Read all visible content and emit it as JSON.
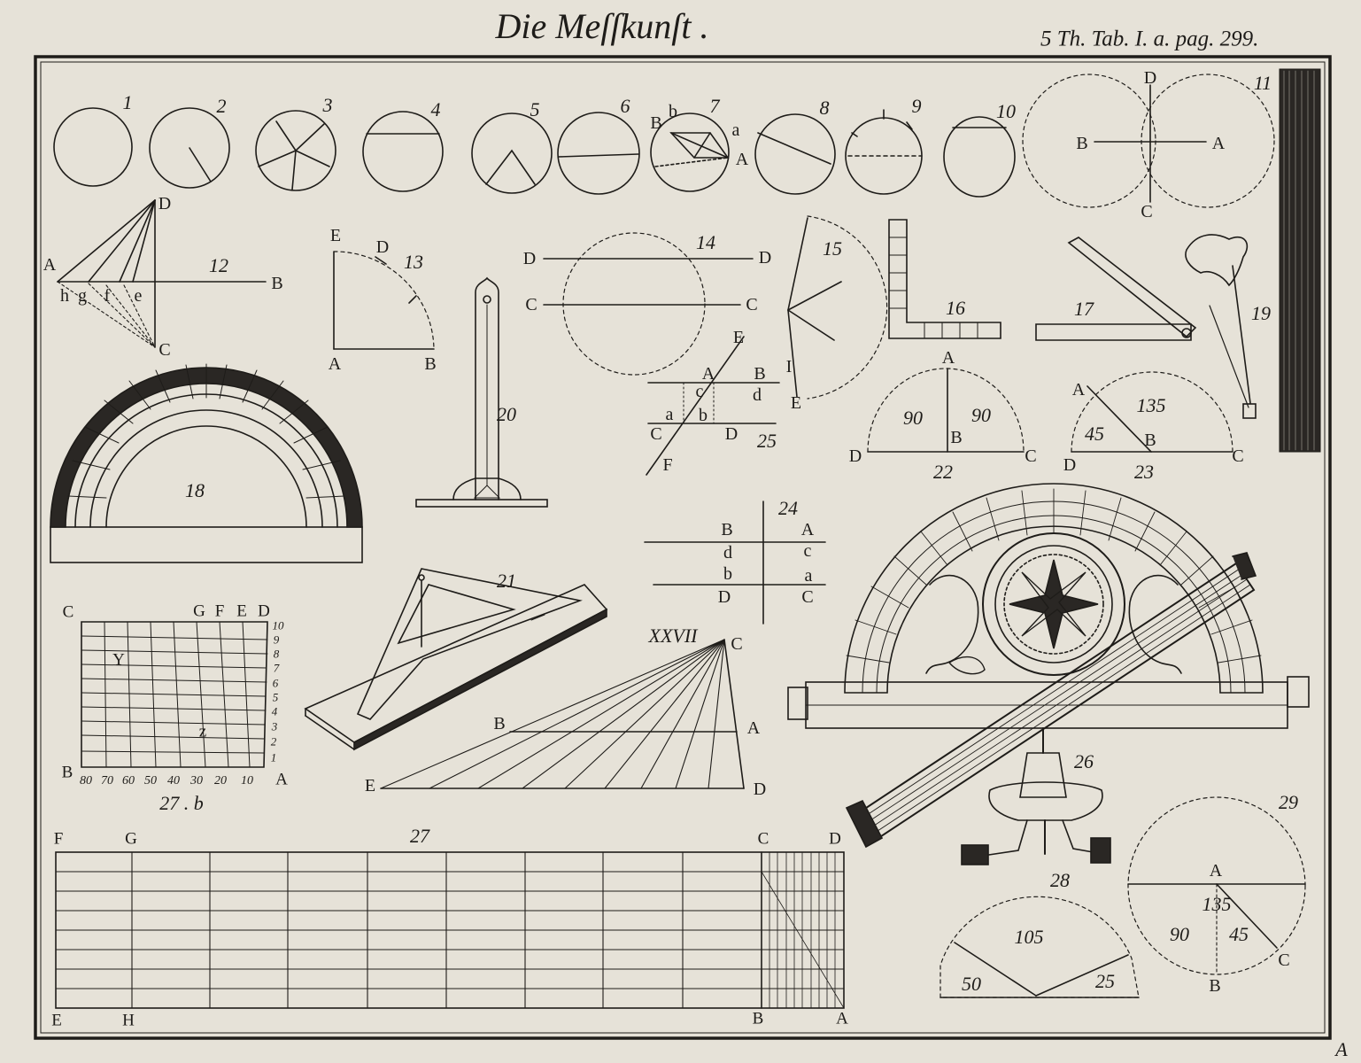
{
  "header": {
    "title": "Die Meſſkunſt .",
    "reference": "5 Th. Tab. I. a. pag. 299."
  },
  "corner_letter": "A",
  "figures": {
    "f1": {
      "number": "1"
    },
    "f2": {
      "number": "2"
    },
    "f3": {
      "number": "3"
    },
    "f4": {
      "number": "4"
    },
    "f5": {
      "number": "5"
    },
    "f6": {
      "number": "6"
    },
    "f7": {
      "number": "7",
      "labels": {
        "B": "B",
        "b": "b",
        "a": "a",
        "A": "A"
      }
    },
    "f8": {
      "number": "8"
    },
    "f9": {
      "number": "9"
    },
    "f10": {
      "number": "10"
    },
    "f11": {
      "number": "11",
      "labels": {
        "D": "D",
        "B": "B",
        "A": "A",
        "C": "C"
      }
    },
    "f12": {
      "number": "12",
      "labels": {
        "D": "D",
        "A": "A",
        "B": "B",
        "h": "h",
        "g": "g",
        "f": "f",
        "e": "e",
        "C": "C"
      }
    },
    "f13": {
      "number": "13",
      "labels": {
        "E": "E",
        "D": "D",
        "A": "A",
        "B": "B"
      }
    },
    "f14": {
      "number": "14",
      "labels": {
        "D1": "D",
        "D2": "D",
        "C1": "C",
        "C2": "C"
      }
    },
    "f15": {
      "number": "15",
      "labels": {
        "I": "I",
        "E": "E"
      }
    },
    "f16": {
      "number": "16"
    },
    "f17": {
      "number": "17"
    },
    "f18": {
      "number": "18"
    },
    "f19": {
      "number": "19"
    },
    "f20": {
      "number": "20"
    },
    "f21": {
      "number": "21"
    },
    "f22": {
      "number": "22",
      "labels": {
        "A": "A",
        "B": "B",
        "D": "D",
        "C": "C",
        "left": "90",
        "right": "90"
      }
    },
    "f23": {
      "number": "23",
      "labels": {
        "A": "A",
        "B": "B",
        "D": "D",
        "C": "C",
        "v135": "135",
        "v45": "45"
      }
    },
    "f24": {
      "number": "24",
      "rows": [
        [
          "B",
          "A"
        ],
        [
          "d",
          "c"
        ],
        [
          "b",
          "a"
        ],
        [
          "D",
          "C"
        ]
      ]
    },
    "f25": {
      "number": "25",
      "labels": {
        "E": "E",
        "A": "A",
        "B": "B",
        "c": "c",
        "d": "d",
        "a": "a",
        "b": "b",
        "C": "C",
        "D": "D",
        "F": "F"
      }
    },
    "f26": {
      "number": "26"
    },
    "f27": {
      "number": "27",
      "labels": {
        "F": "F",
        "G": "G",
        "C": "C",
        "D": "D",
        "E": "E",
        "H": "H",
        "B": "B",
        "A": "A"
      }
    },
    "f27b": {
      "number": "27 . b",
      "labels": {
        "C": "C",
        "G": "G",
        "F": "F",
        "E": "E",
        "D": "D",
        "Y": "Y",
        "Z": "z",
        "B": "B",
        "A": "A"
      },
      "right_scale": [
        "10",
        "9",
        "8",
        "7",
        "6",
        "5",
        "4",
        "3",
        "2",
        "1"
      ],
      "bottom_scale": [
        "80",
        "70",
        "60",
        "50",
        "40",
        "30",
        "20",
        "10"
      ]
    },
    "f27xxvii": {
      "number": "XXVII",
      "labels": {
        "C": "C",
        "B": "B",
        "A": "A",
        "E": "E",
        "D": "D"
      }
    },
    "f28": {
      "number": "28",
      "labels": {
        "v105": "105",
        "v50": "50",
        "v25": "25"
      }
    },
    "f29": {
      "number": "29",
      "labels": {
        "A": "A",
        "B": "B",
        "C": "C",
        "v135": "135",
        "v90": "90",
        "v45": "45"
      }
    }
  },
  "colors": {
    "paper": "#e6e2d8",
    "ink": "#1e1c19"
  }
}
